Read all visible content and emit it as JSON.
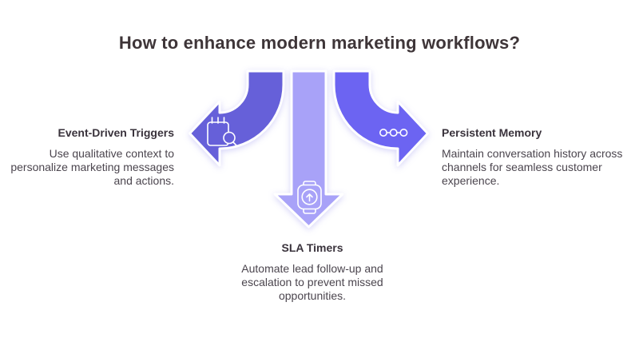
{
  "title": "How to enhance modern marketing workflows?",
  "colors": {
    "background": "#ffffff",
    "title_text": "#3E3538",
    "heading_text": "#3A333C",
    "body_text": "#4B454E",
    "arrow_left": "#6660D9",
    "arrow_center": "#A8A2F8",
    "arrow_right": "#6C64F2",
    "icon_stroke": "#FFFFFF"
  },
  "items": [
    {
      "heading": "Event-Driven Triggers",
      "body": "Use qualitative context to personalize marketing messages and actions.",
      "icon": "notepad-search-icon",
      "arrow_direction": "left"
    },
    {
      "heading": "SLA Timers",
      "body": "Automate lead follow-up and escalation to prevent missed opportunities.",
      "icon": "smartwatch-timer-icon",
      "arrow_direction": "down"
    },
    {
      "heading": "Persistent Memory",
      "body": "Maintain conversation history across channels for seamless customer experience.",
      "icon": "node-chain-icon",
      "arrow_direction": "right"
    }
  ]
}
